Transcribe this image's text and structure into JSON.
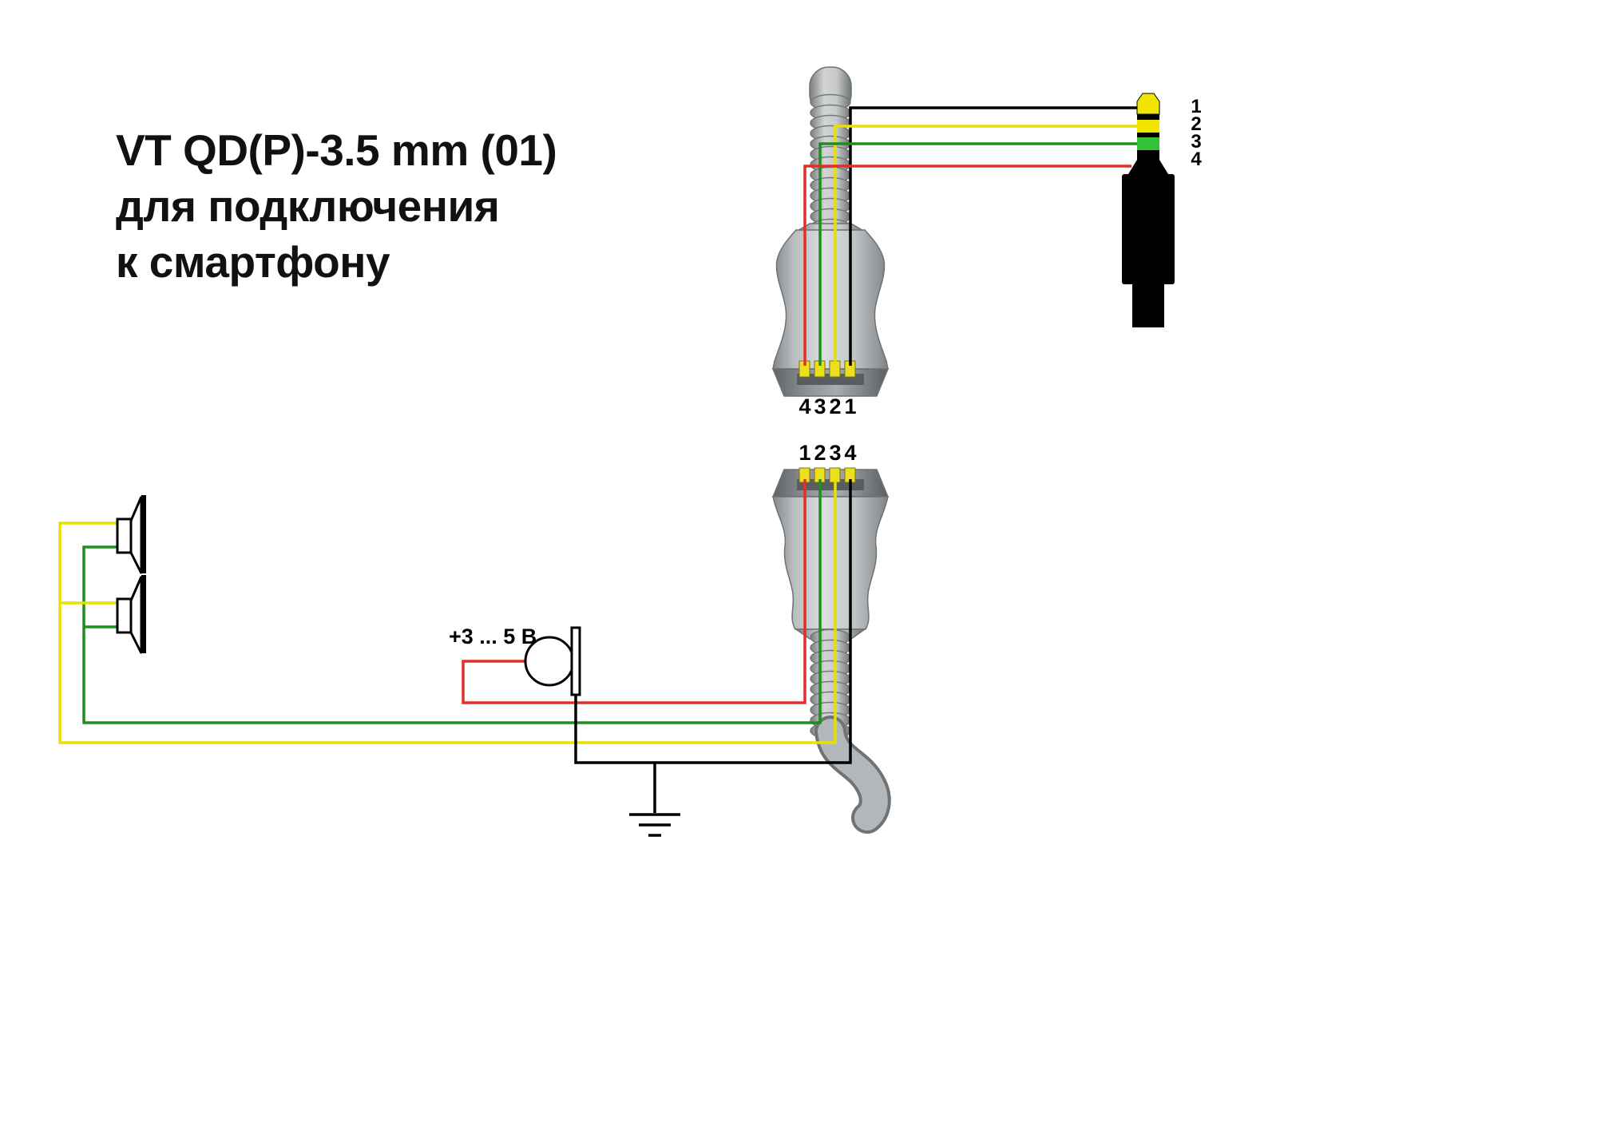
{
  "title": {
    "line1": "VT QD(P)-3.5 mm (01)",
    "line2": "для подключения",
    "line3": "к смартфону"
  },
  "mic": {
    "voltage_label": "+3 ... 5 В"
  },
  "top_connector": {
    "pins": [
      "4",
      "3",
      "2",
      "1"
    ]
  },
  "bottom_connector": {
    "pins": [
      "1",
      "2",
      "3",
      "4"
    ]
  },
  "jack": {
    "pins": [
      "1",
      "2",
      "3",
      "4"
    ]
  },
  "colors": {
    "wire_yellow": "#e8e000",
    "wire_green": "#1e8e1e",
    "wire_red": "#e23028",
    "wire_black": "#000000",
    "jack_tip": "#f0e400",
    "jack_band_green": "#35c135",
    "contact_yellow": "#ecdf1e"
  }
}
